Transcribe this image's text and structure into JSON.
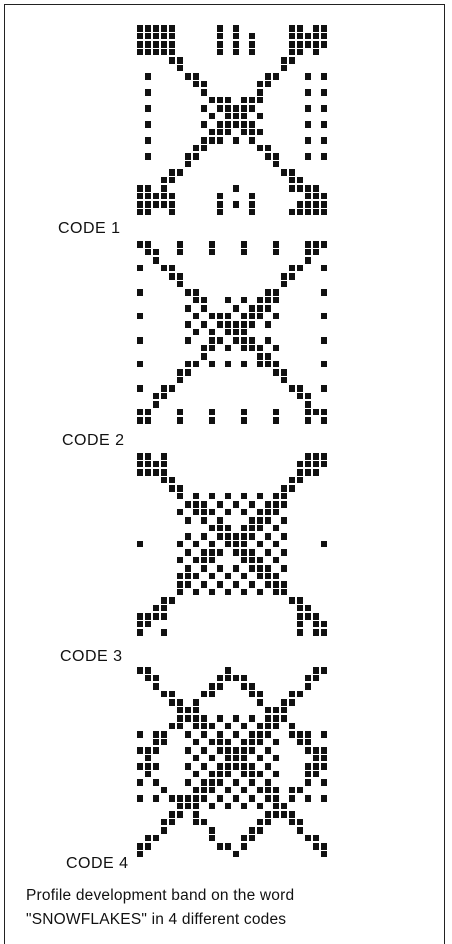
{
  "codes": [
    {
      "label": "CODE 1"
    },
    {
      "label": "CODE 2"
    },
    {
      "label": "CODE 3"
    },
    {
      "label": "CODE 4"
    }
  ],
  "caption": {
    "line1": "Profile development band on the word",
    "line2": "\"SNOWFLAKES\" in 4 different  codes"
  }
}
